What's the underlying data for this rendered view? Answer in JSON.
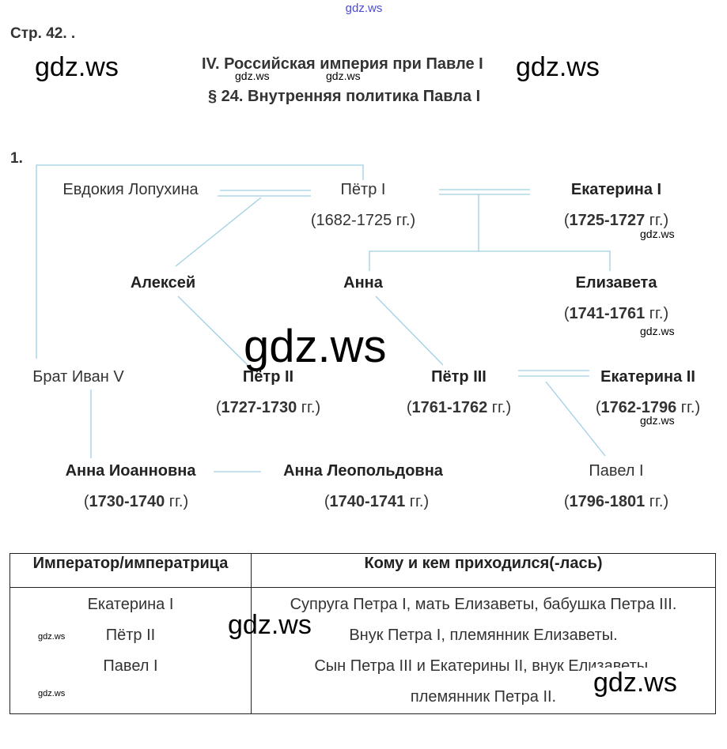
{
  "watermarks": {
    "top": "gdz.ws",
    "left": "gdz.ws",
    "right": "gdz.ws",
    "small1": "gdz.ws",
    "small2": "gdz.ws",
    "center": "gdz.ws",
    "e1": "gdz.ws",
    "e2": "gdz.ws",
    "e3": "gdz.ws",
    "table_left1": "gdz.ws",
    "table_left2": "gdz.ws",
    "table_mid": "gdz.ws",
    "table_right": "gdz.ws"
  },
  "header": {
    "page": "Стр. 42. .",
    "chapter": "IV. Российская империя при Павле I",
    "section": "§ 24. Внутренняя политика Павла I"
  },
  "task_number": "1.",
  "tree": {
    "evdokia": "Евдокия Лопухина",
    "petr1": "Пётр I",
    "petr1_years": "1682-1725",
    "ekaterina1": "Екатерина I",
    "ekaterina1_years": "1725-1727",
    "aleksei": "Алексей",
    "anna": "Анна",
    "elizaveta": "Елизавета",
    "elizaveta_years": "1741-1761",
    "ivan5": "Брат Иван V",
    "petr2": "Пётр II",
    "petr2_years": "1727-1730",
    "petr3": "Пётр III",
    "petr3_years": "1761-1762",
    "ekaterina2": "Екатерина II",
    "ekaterina2_years": "1762-1796",
    "anna_ioannovna": "Анна Иоанновна",
    "anna_ioannovna_years": "1730-1740",
    "anna_leopoldovna": "Анна Леопольдовна",
    "anna_leopoldovna_years": "1740-1741",
    "pavel1": "Павел I",
    "pavel1_years": "1796-1801",
    "open": "(",
    "suffix": " гг.)"
  },
  "colors": {
    "line": "#9fd0e3"
  },
  "table": {
    "headers": [
      "Император/императрица",
      "Кому и кем приходился(-лась)"
    ],
    "col1": [
      "Екатерина I",
      "Пётр II",
      "Павел I"
    ],
    "col2": [
      "Супруга Петра I, мать Елизаветы, бабушка Петра III.",
      "Внук Петра I, племянник Елизаветы.",
      "Сын Петра III и Екатерины II, внук Елизаветы,",
      "племянник Петра II."
    ]
  }
}
